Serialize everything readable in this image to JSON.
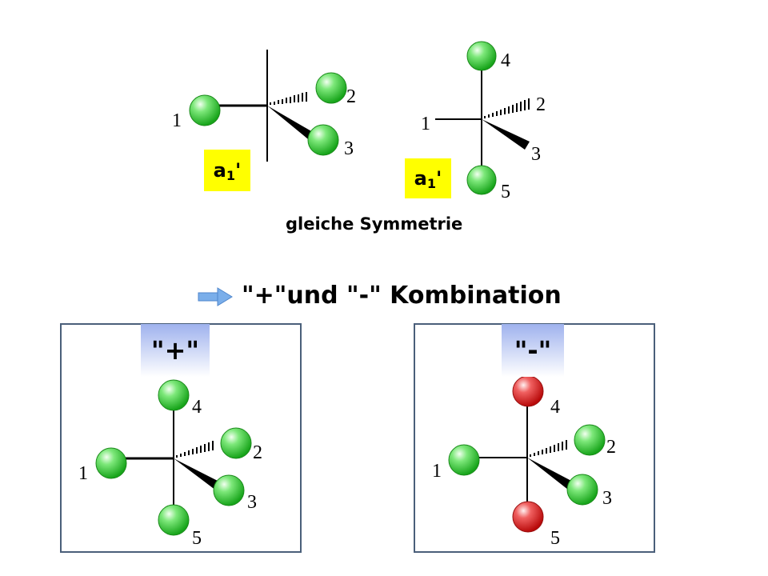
{
  "top": {
    "label_left": {
      "base": "a",
      "sub": "1",
      "prime": "'"
    },
    "label_right": {
      "base": "a",
      "sub": "1",
      "prime": "'"
    },
    "caption": "gleiche Symmetrie"
  },
  "middle": {
    "combination_text": "\"+\"und \"-\" Kombination",
    "arrow_icon": "right-arrow-icon"
  },
  "panels": {
    "plus_tag": "\"+\"",
    "minus_tag": "\"-\""
  },
  "atom_numbers": [
    "1",
    "2",
    "3",
    "4",
    "5"
  ],
  "colors": {
    "ligand_green": "#22bb22",
    "ligand_red": "#cc1111",
    "label_yellow": "#ffff00",
    "panel_border": "#4a5f7a",
    "arrow_blue": "#6fa3e6"
  }
}
